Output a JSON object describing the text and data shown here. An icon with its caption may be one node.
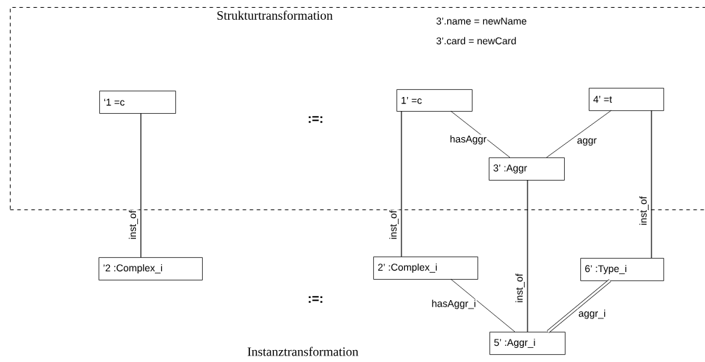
{
  "diagram": {
    "nodes": [
      {
        "text": [
          "Strukturtransformation"
        ]
      },
      {
        "text": [
          "‘1 =c"
        ],
        "in": 0
      },
      {
        "text": [
          "1’ =c"
        ],
        "in": 0
      },
      {
        "text": [
          "4’ =t"
        ],
        "in": 0
      },
      {
        "text": [
          "3’ :Aggr"
        ],
        "in": 0
      },
      {
        "text": [
          "’2 :Complex_i"
        ]
      },
      {
        "text": [
          "2’ :Complex_i"
        ]
      },
      {
        "text": [
          "6’ :Type_i"
        ]
      },
      {
        "text": [
          "5’ :Aggr_i"
        ]
      }
    ],
    "edges": [
      {
        "from": 1,
        "to": 5,
        "arrow": "none",
        "label": "inst_of"
      },
      {
        "from": 2,
        "to": 4,
        "arrow": "none",
        "label": "hasAggr"
      },
      {
        "from": 3,
        "to": 4,
        "arrow": "none",
        "label": "aggr"
      },
      {
        "from": 2,
        "to": 6,
        "arrow": "none",
        "label": "inst_of"
      },
      {
        "from": 4,
        "to": 8,
        "arrow": "none",
        "label": "inst_of"
      },
      {
        "from": 3,
        "to": 7,
        "arrow": "none",
        "label": "inst_of"
      },
      {
        "from": 6,
        "to": 8,
        "arrow": "none",
        "label": "hasAggr_i"
      },
      {
        "from": 7,
        "to": 8,
        "arrow": "none",
        "label": "aggr_i",
        "style": "thick"
      }
    ],
    "labels": [
      "3’.name = newName",
      "3’.card = newCard",
      ":=:",
      ":=:",
      "Instanztransformation"
    ]
  }
}
